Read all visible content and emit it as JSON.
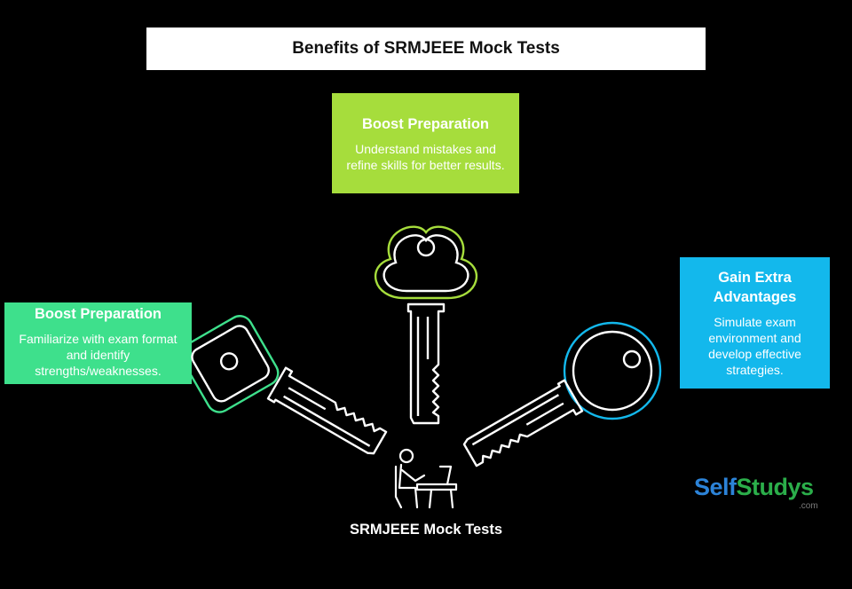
{
  "title": "Benefits of SRMJEEE Mock Tests",
  "cards": {
    "top": {
      "title": "Boost Preparation",
      "text": "Understand mistakes and refine skills for better results.",
      "color": "#a6dd3c"
    },
    "left": {
      "title": "Boost Preparation",
      "text": "Familiarize with exam format and identify strengths/weaknesses.",
      "color": "#3ee08c"
    },
    "right": {
      "title": "Gain Extra Advantages",
      "text": "Simulate exam environment and develop effective strategies.",
      "color": "#13b8ec"
    }
  },
  "center_label": "SRMJEEE Mock Tests",
  "icons": [
    "key-icon",
    "student-at-desk-icon"
  ],
  "logo": {
    "part1": "Self",
    "part2": "Studys",
    "suffix": ".com",
    "color1": "#2c83d8",
    "color2": "#2bae4a"
  },
  "colors": {
    "background": "#000000",
    "key_stroke": "#ffffff"
  }
}
